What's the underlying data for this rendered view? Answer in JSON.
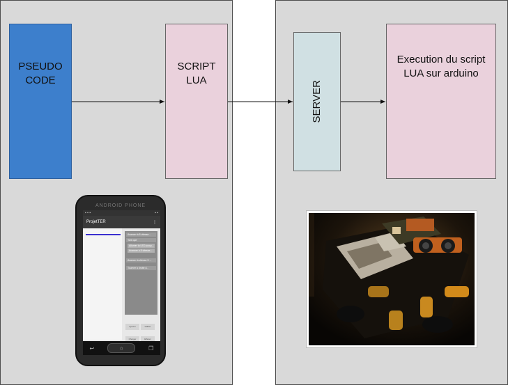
{
  "boxes": {
    "pseudo_code": "PSEUDO\nCODE",
    "script_lua": "SCRIPT\nLUA",
    "server": "SERVER",
    "execution": "Execution du script\nLUA sur arduino"
  },
  "colors": {
    "panel": "#d9d9d9",
    "pseudo_code": "#3d7fcc",
    "script_lua": "#ead1dc",
    "server": "#d0e0e3",
    "execution": "#ead1dc"
  },
  "phone": {
    "brand": "ANDROID PHONE",
    "app_title": "ProjetTER",
    "menu_icon": "⋮",
    "items": [
      {
        "label": "Avancer à 8 vitesse..."
      },
      {
        "label": "Tant que"
      },
      {
        "label": "Allumer la LED jusqu..."
      },
      {
        "label": "Avancer à 8 vitesse..."
      },
      {
        "label": "Avancer à vitesse 5 ..."
      },
      {
        "label": "Tourner à droite d..."
      }
    ],
    "buttons": [
      "Ajouter",
      "Valider",
      "Charger",
      "Effacer"
    ],
    "nav_icons": [
      "back-icon",
      "home-icon",
      "recents-icon"
    ]
  },
  "photo": {
    "subject": "robot-photo"
  }
}
